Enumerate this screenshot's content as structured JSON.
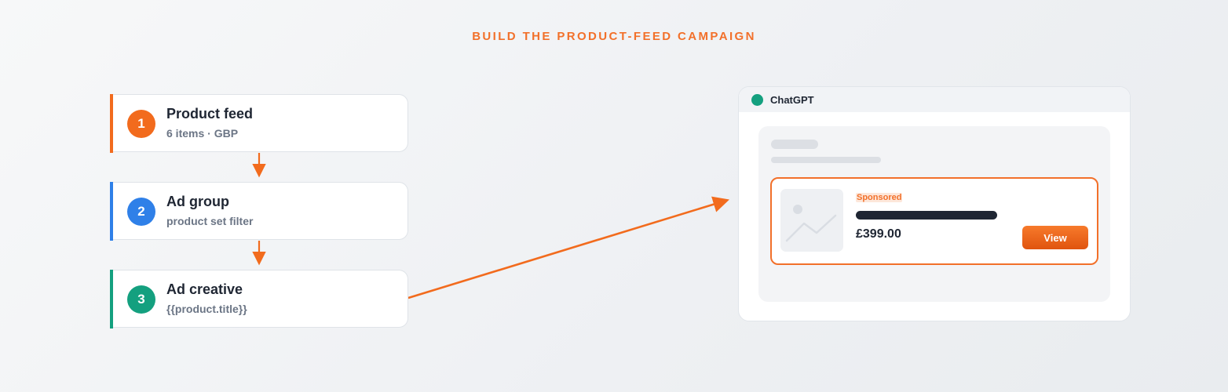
{
  "heading": "BUILD THE PRODUCT-FEED CAMPAIGN",
  "colors": {
    "accent_orange": "#f2702a",
    "step1": "#f26b1d",
    "step2": "#2f80e8",
    "step3": "#14a07f",
    "text_dark": "#1f2633",
    "text_muted": "#6b7585"
  },
  "steps": [
    {
      "number": "1",
      "title": "Product feed",
      "subtitle": "6 items · GBP"
    },
    {
      "number": "2",
      "title": "Ad group",
      "subtitle": "product set filter"
    },
    {
      "number": "3",
      "title": "Ad creative",
      "subtitle": "{{product.title}}"
    }
  ],
  "preview": {
    "app_name": "ChatGPT",
    "ad": {
      "sponsored_label": "Sponsored",
      "price": "£399.00",
      "button_label": "View",
      "thumbnail_icon": "image-placeholder-icon"
    }
  }
}
